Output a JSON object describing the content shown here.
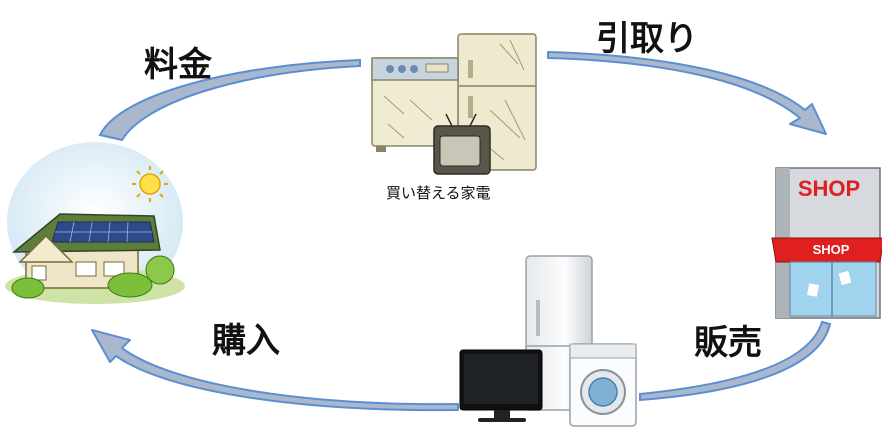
{
  "labels": {
    "fee": "料金",
    "pickup": "引取り",
    "sale": "販売",
    "purchase": "購入",
    "old_appliances_caption": "買い替える家電"
  },
  "shop": {
    "sign_top": "SHOP",
    "sign_awning": "SHOP"
  },
  "colors": {
    "arrow_fill": "#a9b8cc",
    "arrow_stroke": "#5b8fd4",
    "shop_red": "#e02020",
    "sky_blue": "#d6ecf7"
  },
  "icons": {
    "house": "solar-house-icon",
    "shop": "shop-building-icon",
    "old": "old-appliances-icon",
    "new": "new-appliances-icon"
  }
}
